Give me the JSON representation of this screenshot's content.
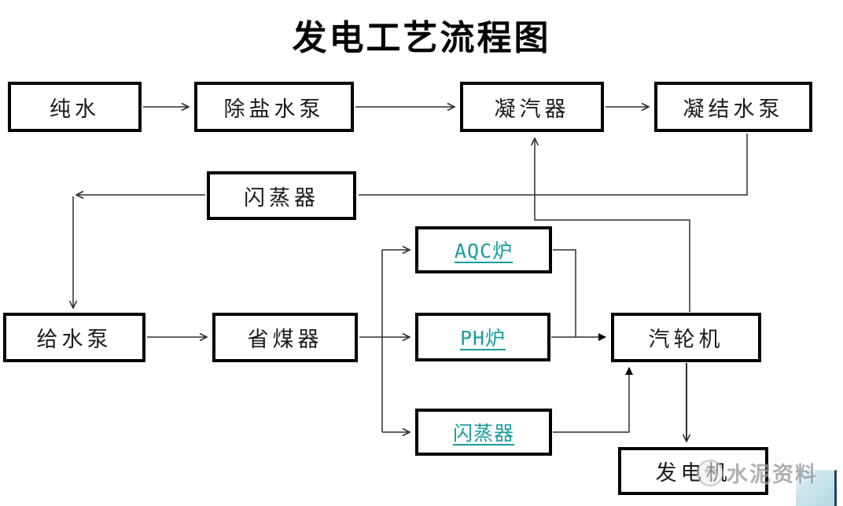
{
  "title": "发电工艺流程图",
  "colors": {
    "teal_label": "#189c9c",
    "line": "#2e2e2e",
    "box_border": "#000000",
    "watermark_text": "#8f9398",
    "corner_fill": "#b5d9e4",
    "corner_edge": "#24415e"
  },
  "nodes": [
    {
      "id": "pure-water",
      "label": "纯水",
      "style": "plain"
    },
    {
      "id": "desalt-pump",
      "label": "除盐水泵",
      "style": "plain"
    },
    {
      "id": "condenser",
      "label": "凝汽器",
      "style": "plain"
    },
    {
      "id": "condensate-pump",
      "label": "凝结水泵",
      "style": "plain"
    },
    {
      "id": "flash-evap-top",
      "label": "闪蒸器",
      "style": "plain"
    },
    {
      "id": "aqc-boiler",
      "label": "AQC炉",
      "style": "teal"
    },
    {
      "id": "ph-boiler",
      "label": "PH炉",
      "style": "teal"
    },
    {
      "id": "flash-evap-bottom",
      "label": "闪蒸器",
      "style": "teal"
    },
    {
      "id": "feed-pump",
      "label": "给水泵",
      "style": "plain"
    },
    {
      "id": "economizer",
      "label": "省煤器",
      "style": "plain"
    },
    {
      "id": "steam-turbine",
      "label": "汽轮机",
      "style": "plain"
    },
    {
      "id": "generator",
      "label": "发电机",
      "style": "plain"
    }
  ],
  "edges": [
    {
      "from": "pure-water",
      "to": "desalt-pump"
    },
    {
      "from": "desalt-pump",
      "to": "condenser"
    },
    {
      "from": "condenser",
      "to": "condensate-pump"
    },
    {
      "from": "condensate-pump",
      "to": "flash-evap-top"
    },
    {
      "from": "flash-evap-top",
      "to": "feed-pump"
    },
    {
      "from": "feed-pump",
      "to": "economizer"
    },
    {
      "from": "economizer",
      "to": "aqc-boiler"
    },
    {
      "from": "economizer",
      "to": "ph-boiler"
    },
    {
      "from": "economizer",
      "to": "flash-evap-bottom"
    },
    {
      "from": "aqc-boiler",
      "to": "steam-turbine"
    },
    {
      "from": "ph-boiler",
      "to": "steam-turbine"
    },
    {
      "from": "flash-evap-bottom",
      "to": "steam-turbine"
    },
    {
      "from": "steam-turbine",
      "to": "condenser"
    },
    {
      "from": "steam-turbine",
      "to": "generator"
    }
  ],
  "watermark": {
    "text": "水泥资料",
    "icon": "chat-logo-icon"
  }
}
